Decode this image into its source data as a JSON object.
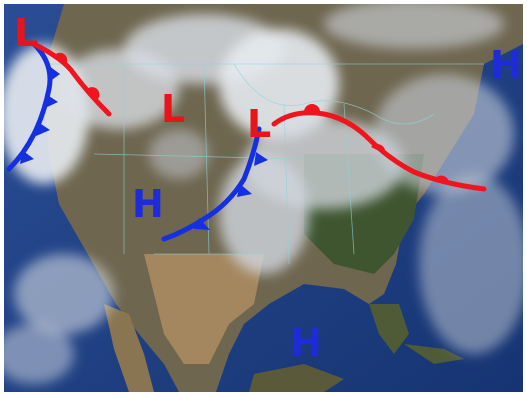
{
  "map": {
    "pressure_centers": [
      {
        "type": "low",
        "label": "L"
      },
      {
        "type": "low",
        "label": "L"
      },
      {
        "type": "low",
        "label": "L"
      },
      {
        "type": "high",
        "label": "H"
      },
      {
        "type": "high",
        "label": "H"
      },
      {
        "type": "high",
        "label": "H"
      }
    ],
    "fronts": [
      {
        "type": "cold",
        "region": "pacific-coast"
      },
      {
        "type": "warm",
        "region": "pacific-northwest"
      },
      {
        "type": "cold",
        "region": "central-plains"
      },
      {
        "type": "warm",
        "region": "great-lakes-to-mid-atlantic"
      }
    ],
    "colors": {
      "low": "#e8141b",
      "high": "#1d2cd8",
      "cold_front": "#1430e0",
      "warm_front": "#f0141e",
      "ocean": "#1f3f86",
      "land": "#6b6450",
      "cloud": "#dfe4ea"
    }
  }
}
